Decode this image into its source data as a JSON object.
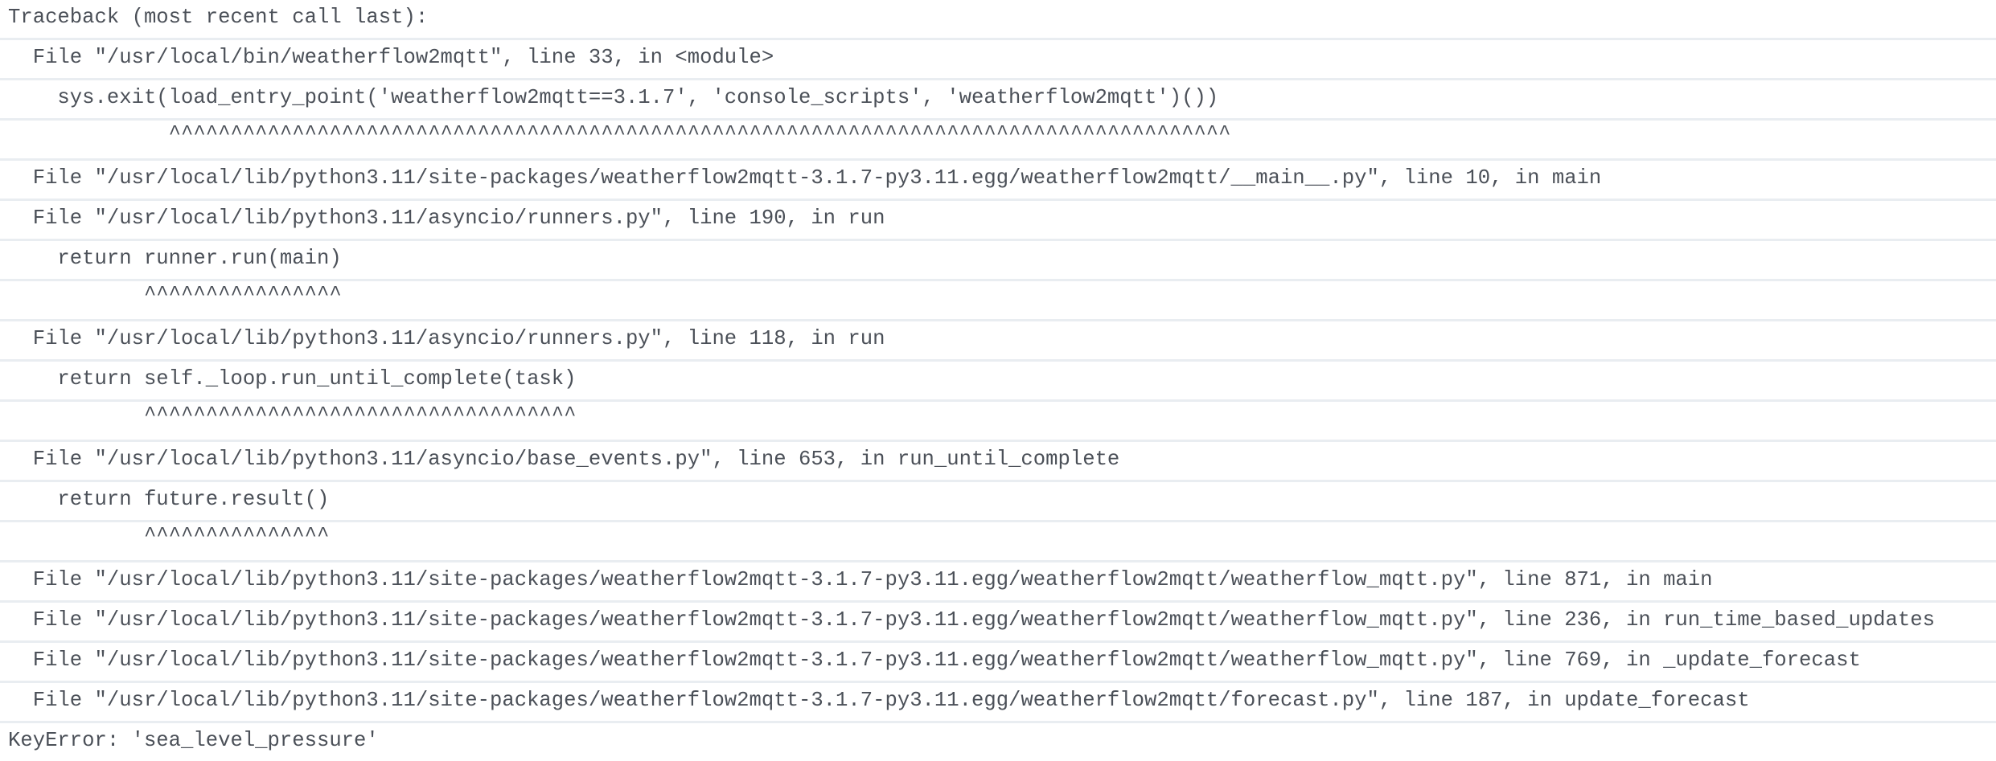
{
  "traceback": {
    "lines": [
      {
        "text": "Traceback (most recent call last):",
        "kind": "header"
      },
      {
        "text": "  File \"/usr/local/bin/weatherflow2mqtt\", line 33, in <module>",
        "kind": "frame"
      },
      {
        "text": "    sys.exit(load_entry_point('weatherflow2mqtt==3.1.7', 'console_scripts', 'weatherflow2mqtt')())",
        "kind": "code"
      },
      {
        "text": "             ^^^^^^^^^^^^^^^^^^^^^^^^^^^^^^^^^^^^^^^^^^^^^^^^^^^^^^^^^^^^^^^^^^^^^^^^^^^^^^^^^^^^^^",
        "kind": "caret"
      },
      {
        "text": "  File \"/usr/local/lib/python3.11/site-packages/weatherflow2mqtt-3.1.7-py3.11.egg/weatherflow2mqtt/__main__.py\", line 10, in main",
        "kind": "frame"
      },
      {
        "text": "  File \"/usr/local/lib/python3.11/asyncio/runners.py\", line 190, in run",
        "kind": "frame"
      },
      {
        "text": "    return runner.run(main)",
        "kind": "code"
      },
      {
        "text": "           ^^^^^^^^^^^^^^^^",
        "kind": "caret"
      },
      {
        "text": "  File \"/usr/local/lib/python3.11/asyncio/runners.py\", line 118, in run",
        "kind": "frame"
      },
      {
        "text": "    return self._loop.run_until_complete(task)",
        "kind": "code"
      },
      {
        "text": "           ^^^^^^^^^^^^^^^^^^^^^^^^^^^^^^^^^^^",
        "kind": "caret"
      },
      {
        "text": "  File \"/usr/local/lib/python3.11/asyncio/base_events.py\", line 653, in run_until_complete",
        "kind": "frame"
      },
      {
        "text": "    return future.result()",
        "kind": "code"
      },
      {
        "text": "           ^^^^^^^^^^^^^^^",
        "kind": "caret"
      },
      {
        "text": "  File \"/usr/local/lib/python3.11/site-packages/weatherflow2mqtt-3.1.7-py3.11.egg/weatherflow2mqtt/weatherflow_mqtt.py\", line 871, in main",
        "kind": "frame"
      },
      {
        "text": "  File \"/usr/local/lib/python3.11/site-packages/weatherflow2mqtt-3.1.7-py3.11.egg/weatherflow2mqtt/weatherflow_mqtt.py\", line 236, in run_time_based_updates",
        "kind": "frame"
      },
      {
        "text": "  File \"/usr/local/lib/python3.11/site-packages/weatherflow2mqtt-3.1.7-py3.11.egg/weatherflow2mqtt/weatherflow_mqtt.py\", line 769, in _update_forecast",
        "kind": "frame"
      },
      {
        "text": "  File \"/usr/local/lib/python3.11/site-packages/weatherflow2mqtt-3.1.7-py3.11.egg/weatherflow2mqtt/forecast.py\", line 187, in update_forecast",
        "kind": "frame"
      },
      {
        "text": "KeyError: 'sea_level_pressure'",
        "kind": "error"
      }
    ]
  },
  "colors": {
    "text": "#4b5058",
    "row_border": "#e9edf1",
    "background": "#ffffff"
  }
}
